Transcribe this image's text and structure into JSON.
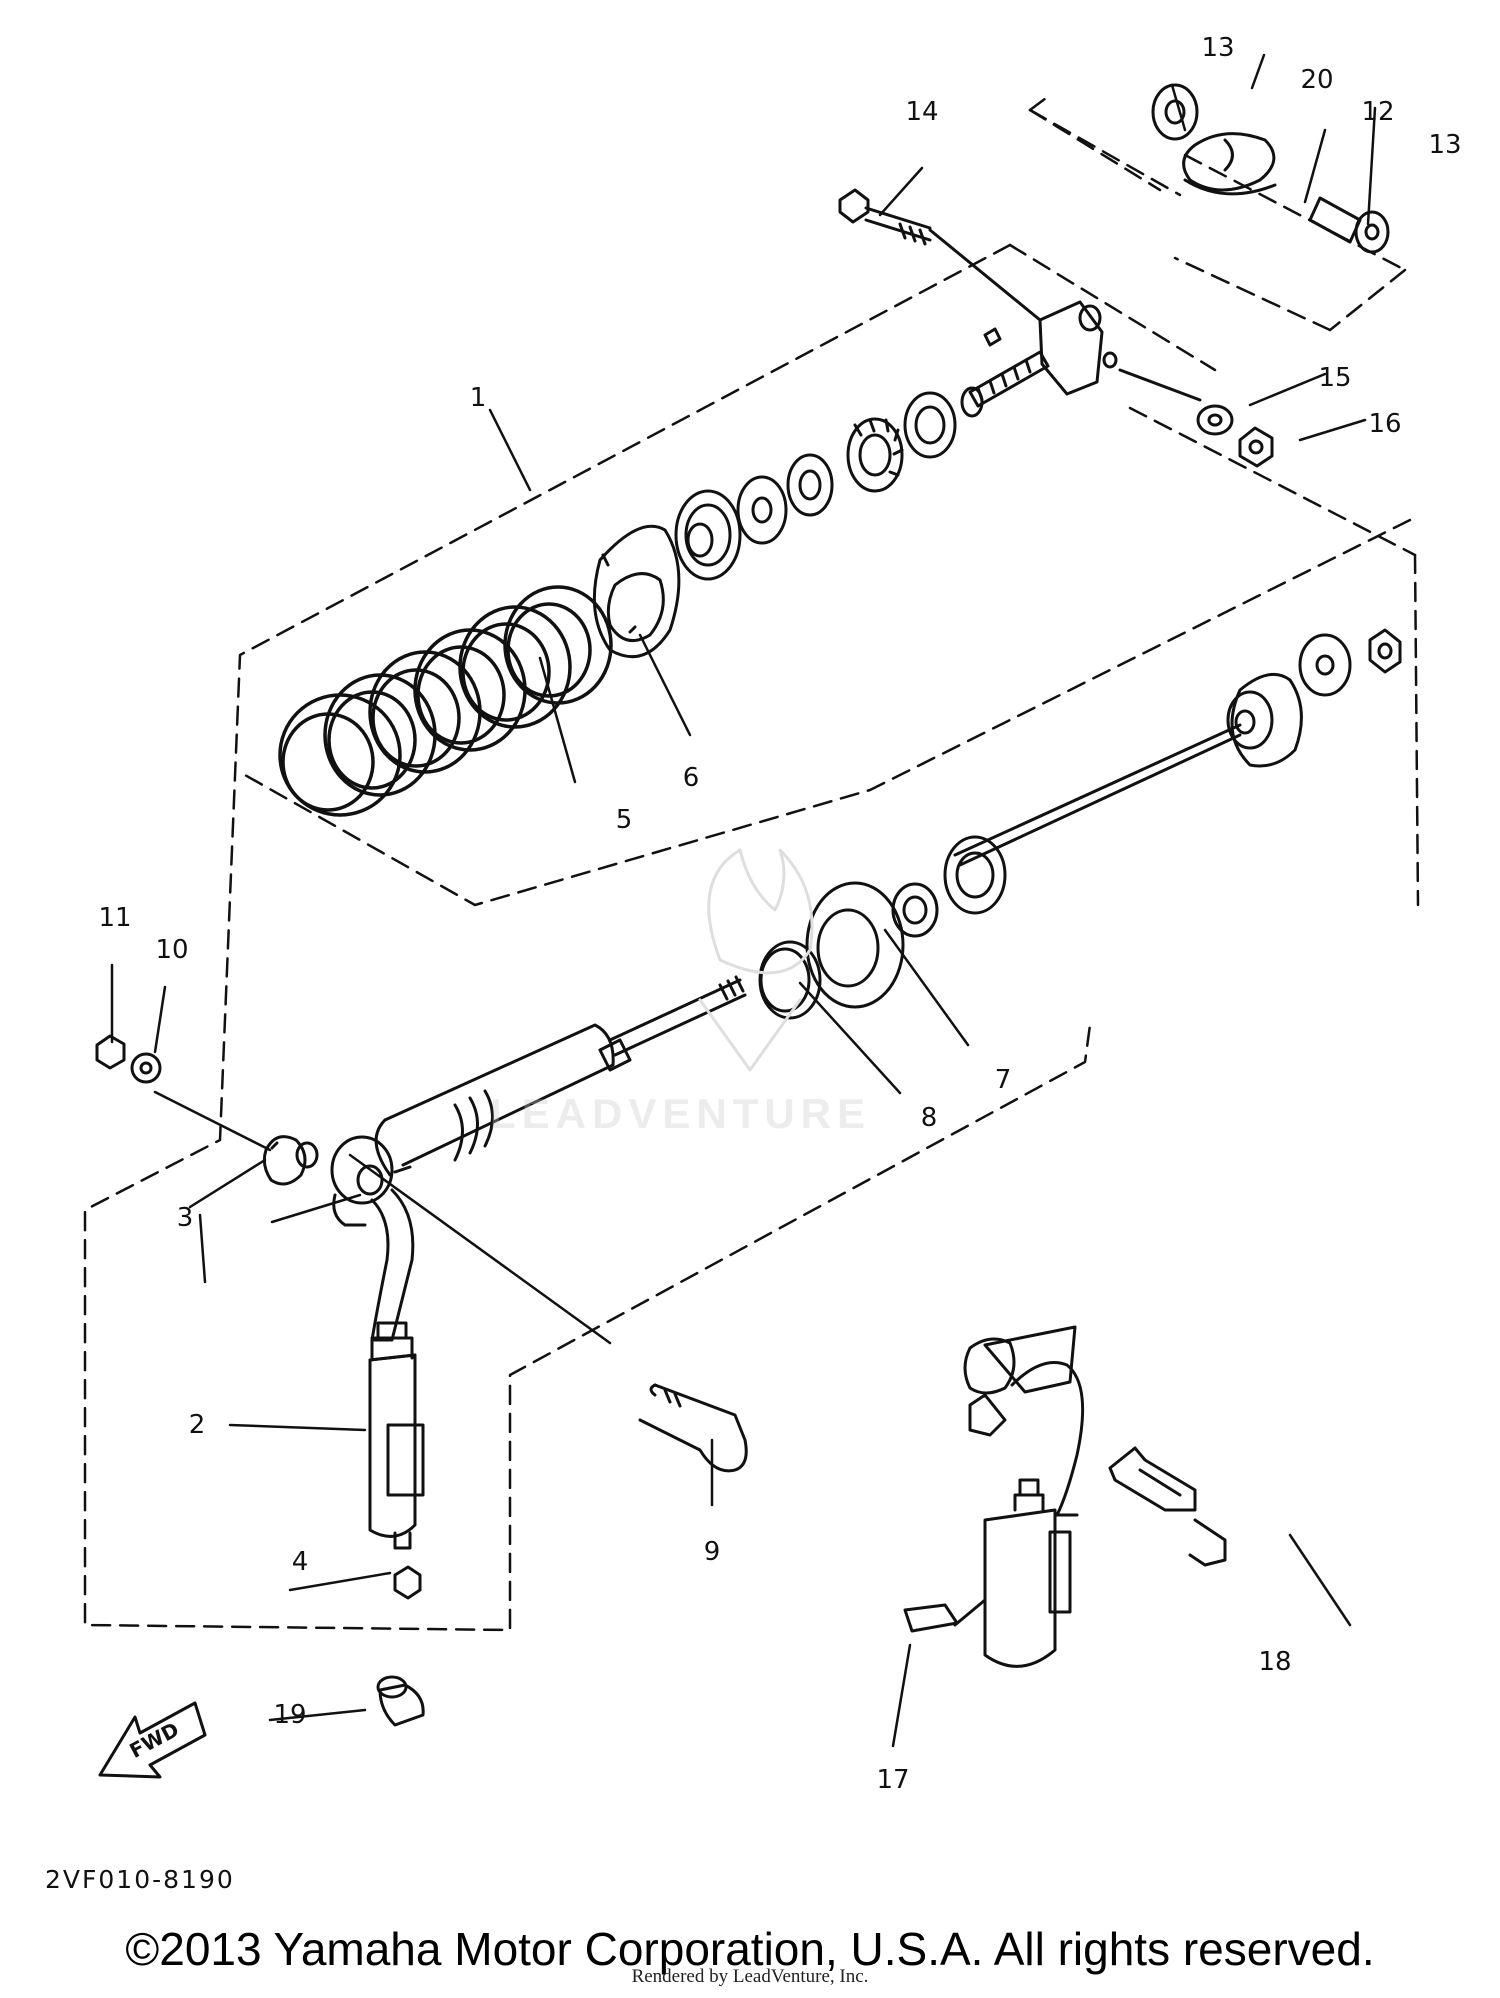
{
  "diagram": {
    "diagram_code": "2VF010-8190",
    "fwd_label": "FWD",
    "copyright": "©2013 Yamaha Motor Corporation, U.S.A. All rights reserved.",
    "rendered_by": "Rendered by LeadVenture, Inc.",
    "watermark": "LEADVENTURE",
    "callouts": [
      "1",
      "2",
      "3",
      "4",
      "5",
      "6",
      "7",
      "8",
      "9",
      "10",
      "11",
      "12",
      "13",
      "13",
      "14",
      "15",
      "16",
      "17",
      "18",
      "19",
      "20"
    ]
  }
}
